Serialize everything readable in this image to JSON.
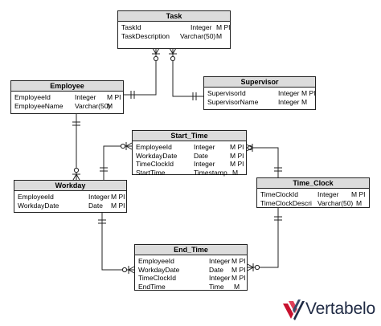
{
  "entities": {
    "task": {
      "title": "Task",
      "rows": [
        {
          "name": "TaskId",
          "type": "Integer",
          "flags": "M PI"
        },
        {
          "name": "TaskDescription",
          "type": "Varchar(50)",
          "flags": "M"
        }
      ]
    },
    "employee": {
      "title": "Employee",
      "rows": [
        {
          "name": "EmployeeId",
          "type": "Integer",
          "flags": "M PI"
        },
        {
          "name": "EmployeeName",
          "type": "Varchar(50)",
          "flags": "M"
        }
      ]
    },
    "supervisor": {
      "title": "Supervisor",
      "rows": [
        {
          "name": "SupervisorId",
          "type": "Integer",
          "flags": "M PI"
        },
        {
          "name": "SupervisorName",
          "type": "Integer",
          "flags": "M"
        }
      ]
    },
    "start_time": {
      "title": "Start_Time",
      "rows": [
        {
          "name": "EmployeeId",
          "type": "Integer",
          "flags": "M PI"
        },
        {
          "name": "WorkdayDate",
          "type": "Date",
          "flags": "M PI"
        },
        {
          "name": "TimeClockId",
          "type": "Integer",
          "flags": "M PI"
        },
        {
          "name": "StartTime",
          "type": "Timestamp",
          "flags": "M"
        }
      ]
    },
    "workday": {
      "title": "Workday",
      "rows": [
        {
          "name": "EmployeeId",
          "type": "Integer",
          "flags": "M PI"
        },
        {
          "name": "WorkdayDate",
          "type": "Date",
          "flags": "M PI"
        }
      ]
    },
    "time_clock": {
      "title": "Time_Clock",
      "rows": [
        {
          "name": "TimeClockId",
          "type": "Integer",
          "flags": "M PI"
        },
        {
          "name": "TimeClockDescri",
          "type": "Varchar(50)",
          "flags": "M"
        }
      ]
    },
    "end_time": {
      "title": "End_Time",
      "rows": [
        {
          "name": "EmployeeId",
          "type": "Integer",
          "flags": "M PI"
        },
        {
          "name": "WorkdayDate",
          "type": "Date",
          "flags": "M PI"
        },
        {
          "name": "TimeClockId",
          "type": "Integer",
          "flags": "M PI"
        },
        {
          "name": "EndTime",
          "type": "Time",
          "flags": "M"
        }
      ]
    }
  },
  "logo": {
    "text": "Vertabelo"
  },
  "colors": {
    "line": "#222222",
    "header_bg": "#dcdcdc",
    "logo_text": "#1f2a44",
    "logo_red": "#c8102e",
    "logo_blue": "#1f2a44"
  }
}
